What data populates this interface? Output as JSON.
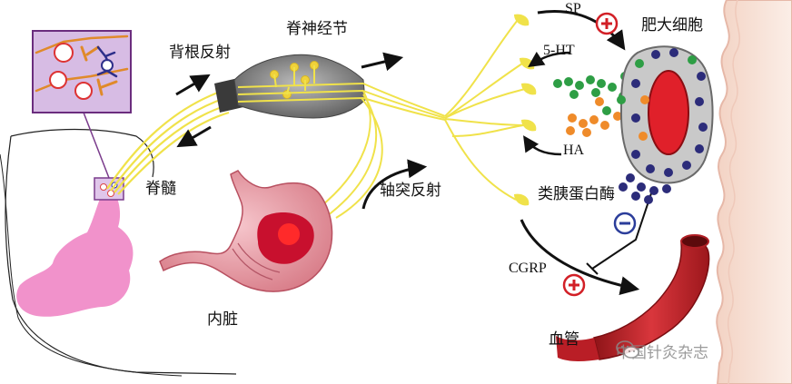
{
  "labels": {
    "dorsal_root_reflex": "背根反射",
    "spinal_ganglion": "脊神经节",
    "spinal_cord": "脊髓",
    "axon_reflex": "轴突反射",
    "viscera": "内脏",
    "sp": "SP",
    "five_ht": "5-HT",
    "ha": "HA",
    "mast_cell": "肥大细胞",
    "tryptase": "类胰蛋白酶",
    "cgrp": "CGRP",
    "blood_vessel": "血管"
  },
  "signs": {
    "sp": "+",
    "tryptase": "−",
    "cgrp": "+"
  },
  "watermark": {
    "text": "中国针灸杂志"
  },
  "colors": {
    "nerve": "#f0e24a",
    "spinal_cord": "#f08cc8",
    "mast_cell_body": "#c9c9c9",
    "mast_cell_nucleus": "#e0202a",
    "granule_navy": "#2c2c7a",
    "granule_green": "#2e9e45",
    "granule_orange": "#ef8b2a",
    "vessel": "#c4232b",
    "skin": "#f7e1d6",
    "inset_bg": "#d5b8e2",
    "plus_sign": "#d21f26",
    "minus_sign": "#2b3d9a"
  }
}
